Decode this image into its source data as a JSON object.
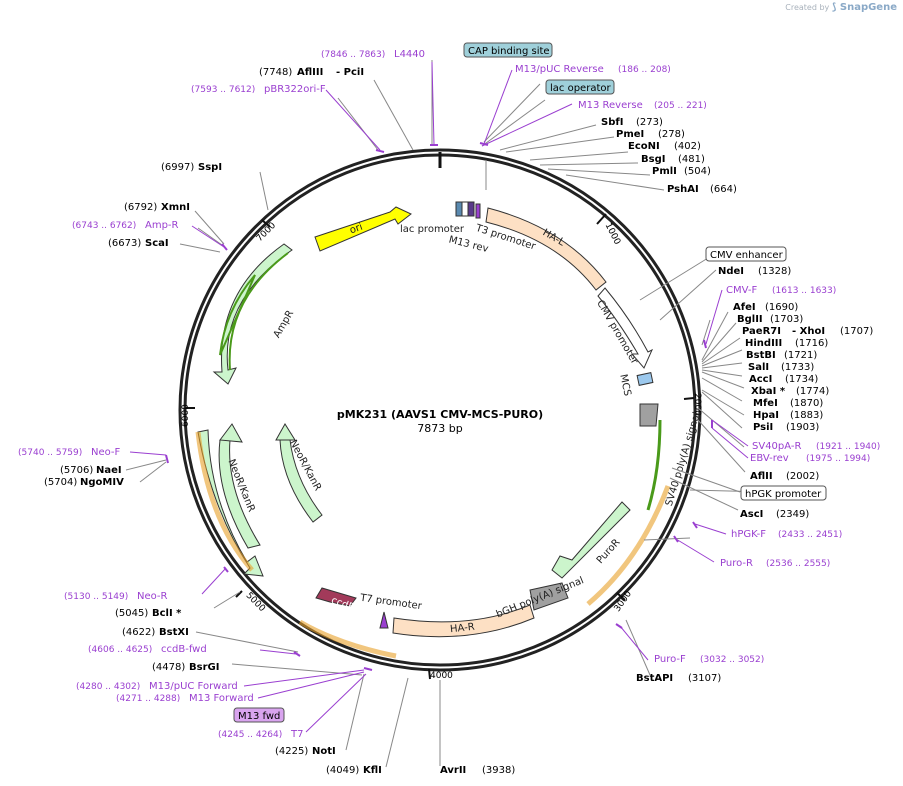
{
  "credit": {
    "created_by": "Created by",
    "brand": "SnapGene"
  },
  "plasmid": {
    "name": "pMK231 (AAVS1 CMV-MCS-PURO)",
    "length": "7873 bp"
  },
  "ticks": [
    "1000",
    "2000",
    "3000",
    "4000",
    "5000",
    "6000",
    "7000"
  ],
  "features": {
    "ori": "ori",
    "ampr": "AmpR",
    "neor1": "NeoR/KanR",
    "neor2": "NeoR/KanR",
    "hal": "HA-L",
    "har": "HA-R",
    "ccdb": "ccdB",
    "puror": "PuroR",
    "lac_promoter": "lac promoter",
    "t3_promoter": "T3 promoter",
    "m13_rev": "M13 rev",
    "cmv_promoter": "CMV promoter",
    "mcs": "MCS",
    "sv40": "SV40 poly(A) signal",
    "bgh": "bGH poly(A) signal",
    "t7_promoter": "T7 promoter"
  },
  "boxes": {
    "cap": "CAP binding site",
    "lac_operator": "lac operator",
    "cmv_enhancer": "CMV enhancer",
    "hpgk_promoter": "hPGK promoter",
    "m13_fwd": "M13 fwd"
  },
  "enzymes": {
    "aflIII_pcil": {
      "pos": "(7748)",
      "name": "AflIII",
      "name2": "- PciI"
    },
    "sspi": {
      "pos": "(6997)",
      "name": "SspI"
    },
    "xmni": {
      "pos": "(6792)",
      "name": "XmnI"
    },
    "scai": {
      "pos": "(6673)",
      "name": "ScaI"
    },
    "naei": {
      "pos": "(5706)",
      "name": "NaeI"
    },
    "ngomiv": {
      "pos": "(5704)",
      "name": "NgoMIV"
    },
    "bcli": {
      "pos": "(5045)",
      "name": "BclI *"
    },
    "bstxi": {
      "pos": "(4622)",
      "name": "BstXI"
    },
    "bsrgi": {
      "pos": "(4478)",
      "name": "BsrGI"
    },
    "noti": {
      "pos": "(4225)",
      "name": "NotI"
    },
    "kfli": {
      "pos": "(4049)",
      "name": "KflI"
    },
    "avrii": {
      "name": "AvrII",
      "pos": "(3938)"
    },
    "bstapi": {
      "name": "BstAPI",
      "pos": "(3107)"
    },
    "asci": {
      "name": "AscI",
      "pos": "(2349)"
    },
    "aflii": {
      "name": "AflII",
      "pos": "(2002)"
    },
    "psii": {
      "name": "PsiI",
      "pos": "(1903)"
    },
    "hpai": {
      "name": "HpaI",
      "pos": "(1883)"
    },
    "mfei": {
      "name": "MfeI",
      "pos": "(1870)"
    },
    "xbai": {
      "name": "XbaI *",
      "pos": "(1774)"
    },
    "acci": {
      "name": "AccI",
      "pos": "(1734)"
    },
    "sali": {
      "name": "SalI",
      "pos": "(1733)"
    },
    "bstbi": {
      "name": "BstBI",
      "pos": "(1721)"
    },
    "hindiii": {
      "name": "HindIII",
      "pos": "(1716)"
    },
    "paer7i": {
      "name": "PaeR7I",
      "name2": "- XhoI",
      "pos": "(1707)"
    },
    "bglii": {
      "name": "BglII",
      "pos": "(1703)"
    },
    "afei": {
      "name": "AfeI",
      "pos": "(1690)"
    },
    "ndei": {
      "name": "NdeI",
      "pos": "(1328)"
    },
    "pshai": {
      "name": "PshAI",
      "pos": "(664)"
    },
    "pmli": {
      "name": "PmlI",
      "pos": "(504)"
    },
    "bsgi": {
      "name": "BsgI",
      "pos": "(481)"
    },
    "econi": {
      "name": "EcoNI",
      "pos": "(402)"
    },
    "pmei": {
      "name": "PmeI",
      "pos": "(278)"
    },
    "sbfi": {
      "name": "SbfI",
      "pos": "(273)"
    }
  },
  "primers": {
    "l4440": {
      "pos": "(7846 .. 7863)",
      "name": "L4440"
    },
    "pbr322": {
      "pos": "(7593 .. 7612)",
      "name": "pBR322ori-F"
    },
    "ampr": {
      "pos": "(6743 .. 6762)",
      "name": "Amp-R"
    },
    "neof": {
      "pos": "(5740 .. 5759)",
      "name": "Neo-F"
    },
    "neor": {
      "pos": "(5130 .. 5149)",
      "name": "Neo-R"
    },
    "ccdb": {
      "pos": "(4606 .. 4625)",
      "name": "ccdB-fwd"
    },
    "m13puc_fwd": {
      "pos": "(4280 .. 4302)",
      "name": "M13/pUC Forward"
    },
    "m13_fwd": {
      "pos": "(4271 .. 4288)",
      "name": "M13 Forward"
    },
    "t7": {
      "pos": "(4245 .. 4264)",
      "name": "T7"
    },
    "m13puc_rev": {
      "name": "M13/pUC Reverse",
      "pos": "(186 .. 208)"
    },
    "m13_rev": {
      "name": "M13 Reverse",
      "pos": "(205 .. 221)"
    },
    "cmvf": {
      "name": "CMV-F",
      "pos": "(1613 .. 1633)"
    },
    "sv40r": {
      "name": "SV40pA-R",
      "pos": "(1921 .. 1940)"
    },
    "ebvrev": {
      "name": "EBV-rev",
      "pos": "(1975 .. 1994)"
    },
    "hpgkf": {
      "name": "hPGK-F",
      "pos": "(2433 .. 2451)"
    },
    "puror": {
      "name": "Puro-R",
      "pos": "(2536 .. 2555)"
    },
    "purof": {
      "name": "Puro-F",
      "pos": "(3032 .. 3052)"
    }
  },
  "colors": {
    "ori": "#ffff00",
    "marker": "#ccf5cc",
    "arm": "#fde0c4",
    "ccdb": "#a23a5a",
    "primer": "#9a3fd0",
    "promoter": "#ffffff",
    "polya": "#a0a0a0",
    "mcs": "#9cc9ee",
    "cap_box": "#9fd0da",
    "m13_box": "#d9a4ef"
  }
}
